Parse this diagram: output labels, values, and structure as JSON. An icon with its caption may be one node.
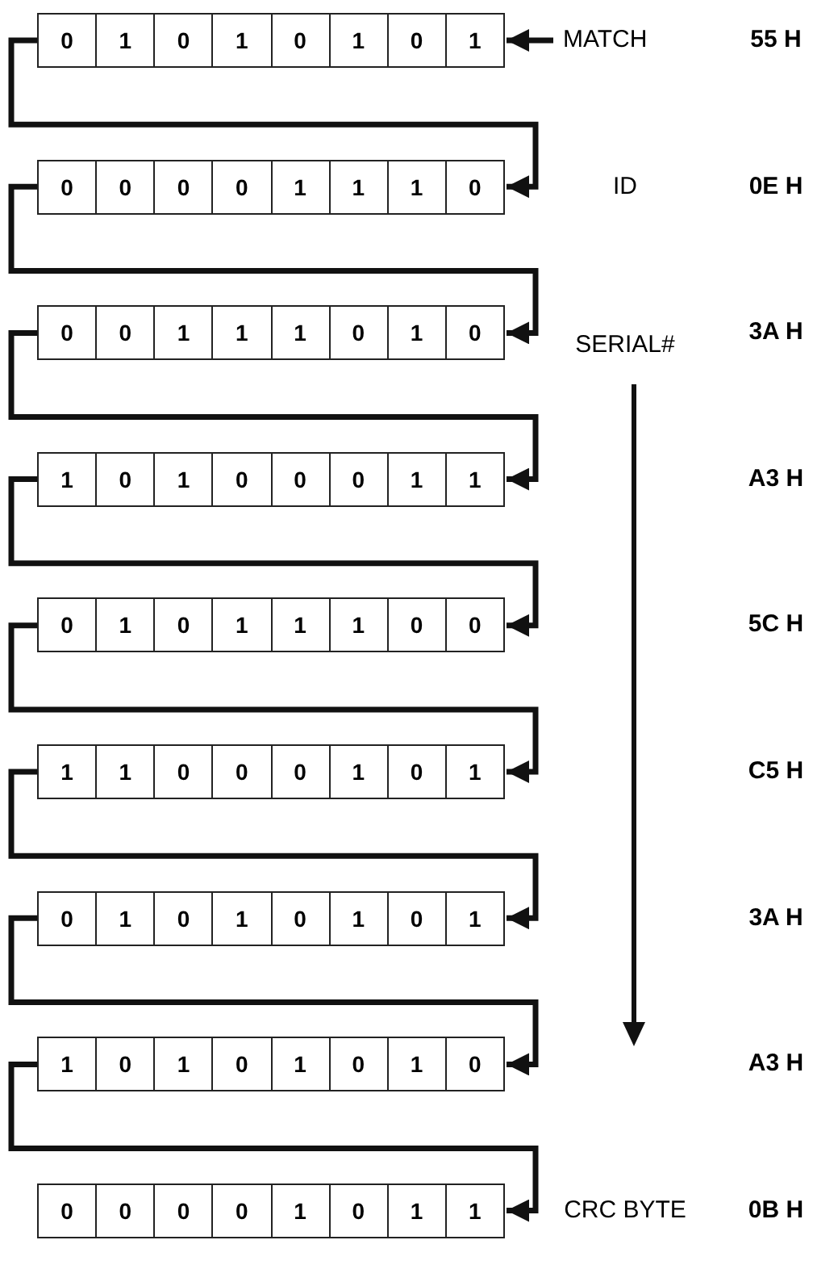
{
  "diagram": {
    "nodes": [
      {
        "text": [],
        "shape": "box"
      },
      {
        "text": [
          "0"
        ],
        "in": 0
      },
      {
        "text": [
          "1"
        ],
        "in": 0
      },
      {
        "text": [
          "0"
        ],
        "in": 0
      },
      {
        "text": [
          "1"
        ],
        "in": 0
      },
      {
        "text": [
          "0"
        ],
        "in": 0
      },
      {
        "text": [
          "1"
        ],
        "in": 0
      },
      {
        "text": [
          "0"
        ],
        "in": 0
      },
      {
        "text": [
          "1"
        ],
        "in": 0
      },
      {
        "text": [],
        "shape": "box"
      },
      {
        "text": [
          "0"
        ],
        "in": 9
      },
      {
        "text": [
          "0"
        ],
        "in": 9
      },
      {
        "text": [
          "0"
        ],
        "in": 9
      },
      {
        "text": [
          "0"
        ],
        "in": 9
      },
      {
        "text": [
          "1"
        ],
        "in": 9
      },
      {
        "text": [
          "1"
        ],
        "in": 9
      },
      {
        "text": [
          "1"
        ],
        "in": 9
      },
      {
        "text": [
          "0"
        ],
        "in": 9
      },
      {
        "text": [],
        "shape": "box"
      },
      {
        "text": [
          "0"
        ],
        "in": 18
      },
      {
        "text": [
          "0"
        ],
        "in": 18
      },
      {
        "text": [
          "1"
        ],
        "in": 18
      },
      {
        "text": [
          "1"
        ],
        "in": 18
      },
      {
        "text": [
          "1"
        ],
        "in": 18
      },
      {
        "text": [
          "0"
        ],
        "in": 18
      },
      {
        "text": [
          "1"
        ],
        "in": 18
      },
      {
        "text": [
          "0"
        ],
        "in": 18
      },
      {
        "text": [],
        "shape": "box"
      },
      {
        "text": [
          "1"
        ],
        "in": 27
      },
      {
        "text": [
          "0"
        ],
        "in": 27
      },
      {
        "text": [
          "1"
        ],
        "in": 27
      },
      {
        "text": [
          "0"
        ],
        "in": 27
      },
      {
        "text": [
          "0"
        ],
        "in": 27
      },
      {
        "text": [
          "0"
        ],
        "in": 27
      },
      {
        "text": [
          "1"
        ],
        "in": 27
      },
      {
        "text": [
          "1"
        ],
        "in": 27
      },
      {
        "text": [],
        "shape": "box"
      },
      {
        "text": [
          "0"
        ],
        "in": 36
      },
      {
        "text": [
          "1"
        ],
        "in": 36
      },
      {
        "text": [
          "0"
        ],
        "in": 36
      },
      {
        "text": [
          "1"
        ],
        "in": 36
      },
      {
        "text": [
          "1"
        ],
        "in": 36
      },
      {
        "text": [
          "1"
        ],
        "in": 36
      },
      {
        "text": [
          "0"
        ],
        "in": 36
      },
      {
        "text": [
          "0"
        ],
        "in": 36
      },
      {
        "text": [],
        "shape": "box"
      },
      {
        "text": [
          "1"
        ],
        "in": 45
      },
      {
        "text": [
          "1"
        ],
        "in": 45
      },
      {
        "text": [
          "0"
        ],
        "in": 45
      },
      {
        "text": [
          "0"
        ],
        "in": 45
      },
      {
        "text": [
          "0"
        ],
        "in": 45
      },
      {
        "text": [
          "1"
        ],
        "in": 45
      },
      {
        "text": [
          "0"
        ],
        "in": 45
      },
      {
        "text": [
          "1"
        ],
        "in": 45
      },
      {
        "text": [],
        "shape": "box"
      },
      {
        "text": [
          "0"
        ],
        "in": 54
      },
      {
        "text": [
          "1"
        ],
        "in": 54
      },
      {
        "text": [
          "0"
        ],
        "in": 54
      },
      {
        "text": [
          "1"
        ],
        "in": 54
      },
      {
        "text": [
          "0"
        ],
        "in": 54
      },
      {
        "text": [
          "1"
        ],
        "in": 54
      },
      {
        "text": [
          "0"
        ],
        "in": 54
      },
      {
        "text": [
          "1"
        ],
        "in": 54
      },
      {
        "text": [],
        "shape": "box"
      },
      {
        "text": [
          "1"
        ],
        "in": 63
      },
      {
        "text": [
          "0"
        ],
        "in": 63
      },
      {
        "text": [
          "1"
        ],
        "in": 63
      },
      {
        "text": [
          "0"
        ],
        "in": 63
      },
      {
        "text": [
          "1"
        ],
        "in": 63
      },
      {
        "text": [
          "0"
        ],
        "in": 63
      },
      {
        "text": [
          "1"
        ],
        "in": 63
      },
      {
        "text": [
          "0"
        ],
        "in": 63
      },
      {
        "text": [],
        "shape": "box"
      },
      {
        "text": [
          "0"
        ],
        "in": 72
      },
      {
        "text": [
          "0"
        ],
        "in": 72
      },
      {
        "text": [
          "0"
        ],
        "in": 72
      },
      {
        "text": [
          "0"
        ],
        "in": 72
      },
      {
        "text": [
          "1"
        ],
        "in": 72
      },
      {
        "text": [
          "0"
        ],
        "in": 72
      },
      {
        "text": [
          "1"
        ],
        "in": 72
      },
      {
        "text": [
          "1"
        ],
        "in": 72
      },
      {
        "text": [
          "MATCH"
        ]
      }
    ],
    "edges": [
      {
        "from": 81,
        "to": 0,
        "arrow": "to"
      },
      {
        "from": 0,
        "to": 9,
        "arrow": "to"
      },
      {
        "from": 9,
        "to": 18,
        "arrow": "to"
      },
      {
        "from": 18,
        "to": 27,
        "arrow": "to"
      },
      {
        "from": 27,
        "to": 36,
        "arrow": "to"
      },
      {
        "from": 36,
        "to": 45,
        "arrow": "to"
      },
      {
        "from": 45,
        "to": 54,
        "arrow": "to"
      },
      {
        "from": 54,
        "to": 63,
        "arrow": "to"
      },
      {
        "from": 63,
        "to": 72,
        "arrow": "to"
      }
    ],
    "labels": [
      "55 H",
      "ID",
      "0E H",
      "SERIAL#",
      "3A H",
      "A3 H",
      "5C H",
      "C5 H",
      "3A H",
      "A3 H",
      "CRC BYTE",
      "0B H"
    ]
  }
}
